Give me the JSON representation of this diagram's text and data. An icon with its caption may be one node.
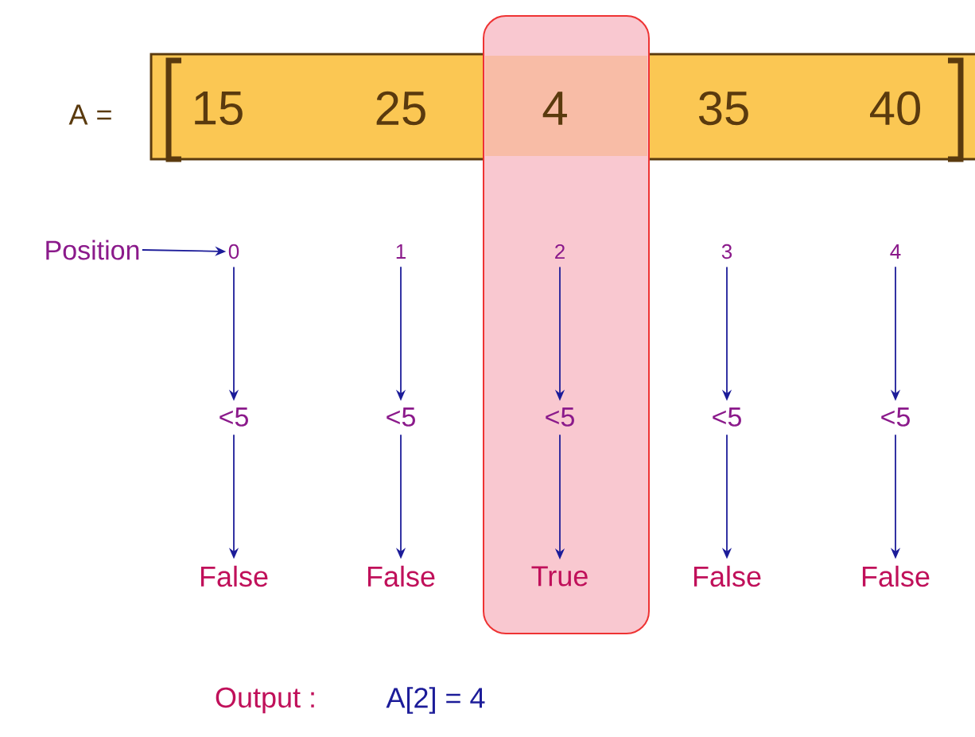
{
  "diagram": {
    "nodes": [
      {
        "text": [],
        "shape": "bar"
      },
      {
        "text": [
          "15"
        ],
        "in": 0
      },
      {
        "text": [
          "25"
        ],
        "in": 0
      },
      {
        "text": [
          "4"
        ],
        "in": 0
      },
      {
        "text": [
          "35"
        ],
        "in": 0
      },
      {
        "text": [
          "40"
        ],
        "in": 0
      },
      {
        "text": [
          "Position"
        ]
      },
      {
        "text": [
          "0"
        ]
      },
      {
        "text": [
          "1"
        ]
      },
      {
        "text": [
          "2"
        ]
      },
      {
        "text": [
          "3"
        ]
      },
      {
        "text": [
          "4"
        ]
      },
      {
        "text": [
          "<5"
        ]
      },
      {
        "text": [
          "<5"
        ]
      },
      {
        "text": [
          "<5"
        ]
      },
      {
        "text": [
          "<5"
        ]
      },
      {
        "text": [
          "<5"
        ]
      },
      {
        "text": [
          "False"
        ]
      },
      {
        "text": [
          "False"
        ]
      },
      {
        "text": [
          "True"
        ]
      },
      {
        "text": [
          "False"
        ]
      },
      {
        "text": [
          "False"
        ]
      }
    ],
    "edges": [
      {
        "from": 6,
        "to": 7,
        "arrow": "to"
      },
      {
        "from": 7,
        "to": 12,
        "arrow": "to"
      },
      {
        "from": 8,
        "to": 13,
        "arrow": "to"
      },
      {
        "from": 9,
        "to": 14,
        "arrow": "to"
      },
      {
        "from": 10,
        "to": 15,
        "arrow": "to"
      },
      {
        "from": 11,
        "to": 16,
        "arrow": "to"
      },
      {
        "from": 12,
        "to": 17,
        "arrow": "to"
      },
      {
        "from": 13,
        "to": 18,
        "arrow": "to"
      },
      {
        "from": 14,
        "to": 19,
        "arrow": "to"
      },
      {
        "from": 15,
        "to": 20,
        "arrow": "to"
      },
      {
        "from": 16,
        "to": 21,
        "arrow": "to"
      }
    ],
    "labels": [
      "A =",
      "Output :",
      "A[2] = 4"
    ]
  }
}
